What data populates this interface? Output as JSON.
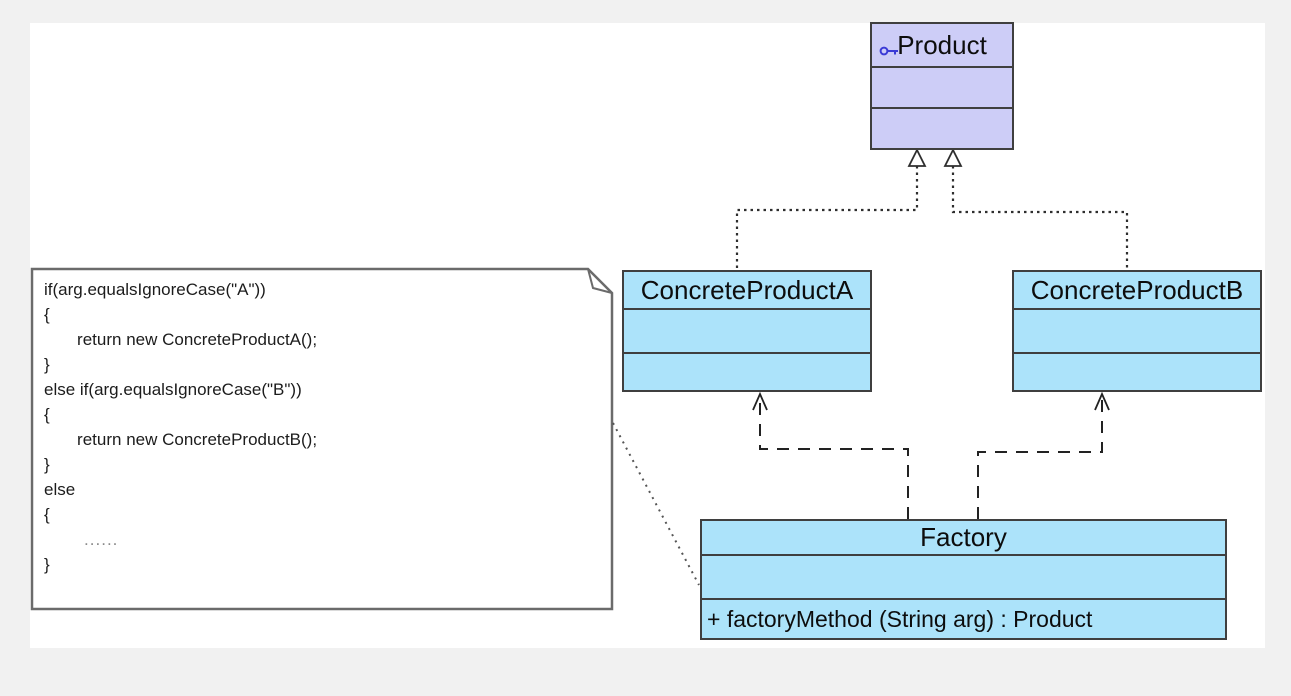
{
  "canvas": {
    "background_color": "#f1f1f1",
    "surface_color": "#ffffff"
  },
  "classes": {
    "product": {
      "name": "Product",
      "icon": "key-icon",
      "fill": "#cdcdf7",
      "attributes": "",
      "operations": ""
    },
    "concreteProductA": {
      "name": "ConcreteProductA",
      "fill": "#ace3fa",
      "attributes": "",
      "operations": ""
    },
    "concreteProductB": {
      "name": "ConcreteProductB",
      "fill": "#ace3fa",
      "attributes": "",
      "operations": ""
    },
    "factory": {
      "name": "Factory",
      "fill": "#ace3fa",
      "attributes": "",
      "operation": "+ factoryMethod (String arg) : Product"
    }
  },
  "note": {
    "lines": [
      "if(arg.equalsIgnoreCase(\"A\"))",
      "{",
      "       return new ConcreteProductA();",
      "}",
      "else if(arg.equalsIgnoreCase(\"B\"))",
      "{",
      "       return new ConcreteProductB();",
      "}",
      "else",
      "{",
      "       ......",
      "}"
    ]
  },
  "relationships": [
    {
      "type": "realization",
      "from": "ConcreteProductA",
      "to": "Product",
      "line": "dotted",
      "head": "hollow-triangle"
    },
    {
      "type": "realization",
      "from": "ConcreteProductB",
      "to": "Product",
      "line": "dotted",
      "head": "hollow-triangle"
    },
    {
      "type": "dependency",
      "from": "Factory",
      "to": "ConcreteProductA",
      "line": "dashed",
      "head": "open-arrow"
    },
    {
      "type": "dependency",
      "from": "Factory",
      "to": "ConcreteProductB",
      "line": "dashed",
      "head": "open-arrow"
    },
    {
      "type": "note-anchor",
      "from": "code-note",
      "to": "Factory",
      "line": "dotted",
      "head": "none"
    }
  ]
}
